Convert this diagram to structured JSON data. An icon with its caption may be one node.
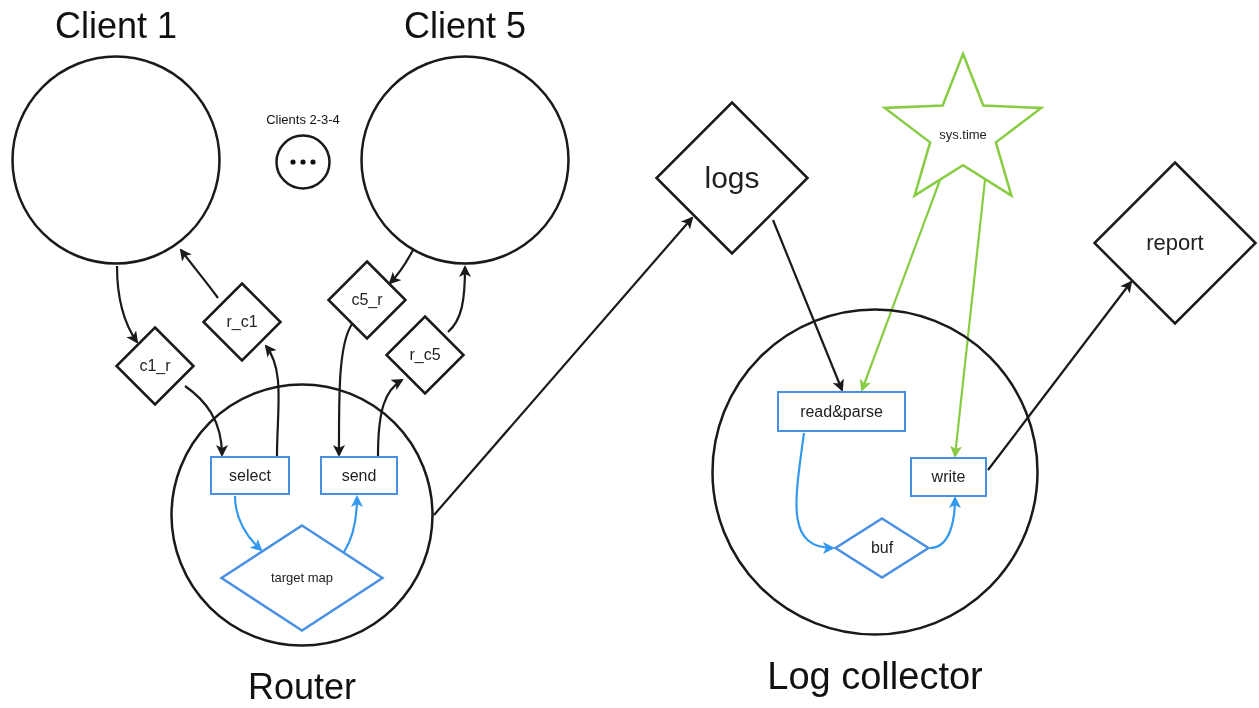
{
  "diagram": {
    "nodes": [
      {
        "text": [
          "Client 1"
        ]
      },
      {
        "text": [
          "Clients 2-3-4"
        ]
      },
      {
        "text": [
          "Client 5"
        ]
      },
      {
        "text": [
          "c1_r"
        ]
      },
      {
        "text": [
          "r_c1"
        ]
      },
      {
        "text": [
          "c5_r"
        ]
      },
      {
        "text": [
          "r_c5"
        ]
      },
      {
        "text": [
          "Router"
        ]
      },
      {
        "text": [
          "select"
        ],
        "in": 7
      },
      {
        "text": [
          "send"
        ],
        "in": 7
      },
      {
        "text": [
          "target map"
        ],
        "in": 7
      },
      {
        "text": [
          "logs"
        ]
      },
      {
        "text": [
          "sys.time"
        ]
      },
      {
        "text": [
          "report"
        ]
      },
      {
        "text": [
          "Log collector"
        ]
      },
      {
        "text": [
          "read&parse"
        ],
        "in": 14
      },
      {
        "text": [
          "write"
        ],
        "in": 14
      },
      {
        "text": [
          "buf"
        ],
        "in": 14
      }
    ],
    "edges": [
      {
        "from": 0,
        "to": 3,
        "arrow": "to"
      },
      {
        "from": 4,
        "to": 0,
        "arrow": "to"
      },
      {
        "from": 3,
        "to": 8,
        "arrow": "to"
      },
      {
        "from": 8,
        "to": 4,
        "arrow": "to"
      },
      {
        "from": 2,
        "to": 5,
        "arrow": "to"
      },
      {
        "from": 5,
        "to": 9,
        "arrow": "to"
      },
      {
        "from": 9,
        "to": 6,
        "arrow": "to"
      },
      {
        "from": 6,
        "to": 2,
        "arrow": "to"
      },
      {
        "from": 8,
        "to": 10,
        "arrow": "to",
        "color": "#3399ee"
      },
      {
        "from": 10,
        "to": 9,
        "arrow": "to",
        "color": "#3399ee"
      },
      {
        "from": 7,
        "to": 11,
        "arrow": "to"
      },
      {
        "from": 11,
        "to": 15,
        "arrow": "to"
      },
      {
        "from": 12,
        "to": 15,
        "arrow": "to",
        "color": "#88cc44"
      },
      {
        "from": 12,
        "to": 16,
        "arrow": "to",
        "color": "#88cc44"
      },
      {
        "from": 15,
        "to": 17,
        "arrow": "to",
        "color": "#3399ee"
      },
      {
        "from": 17,
        "to": 16,
        "arrow": "to",
        "color": "#3399ee"
      },
      {
        "from": 16,
        "to": 13,
        "arrow": "to"
      }
    ]
  }
}
